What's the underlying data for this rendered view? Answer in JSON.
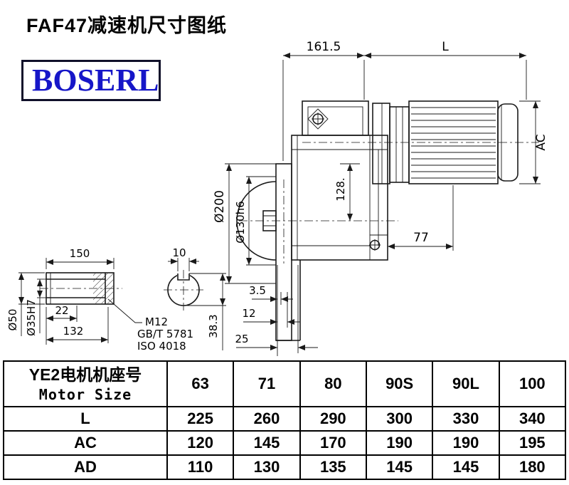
{
  "page": {
    "title": "FAF47减速机尺寸图纸",
    "brand": "BOSERL"
  },
  "drawing": {
    "labels": {
      "dim_161_5": "161.5",
      "dim_L": "L",
      "dim_AC": "AC",
      "dia_200": "Ø200",
      "dia_130": "Ø130h6",
      "dim_128": "128.",
      "dim_77": "77",
      "dim_150": "150",
      "dim_10": "10",
      "dia_50": "Ø50",
      "dia_35": "Ø35H7",
      "dim_22": "22",
      "dim_132": "132",
      "thread": "M12",
      "std_gb": "GB/T 5781",
      "std_iso": "ISO 4018",
      "dim_3_5": "3.5",
      "dim_12": "12",
      "dim_25": "25",
      "dim_38_3": "38.3"
    }
  },
  "table": {
    "header": {
      "label_cn": "YE2电机机座号",
      "label_en": "Motor Size",
      "sizes": [
        "63",
        "71",
        "80",
        "90S",
        "90L",
        "100"
      ]
    },
    "rows": [
      {
        "label": "L",
        "values": [
          "225",
          "260",
          "290",
          "300",
          "330",
          "340"
        ]
      },
      {
        "label": "AC",
        "values": [
          "120",
          "145",
          "170",
          "190",
          "190",
          "195"
        ]
      },
      {
        "label": "AD",
        "values": [
          "110",
          "130",
          "135",
          "145",
          "145",
          "180"
        ]
      }
    ]
  }
}
